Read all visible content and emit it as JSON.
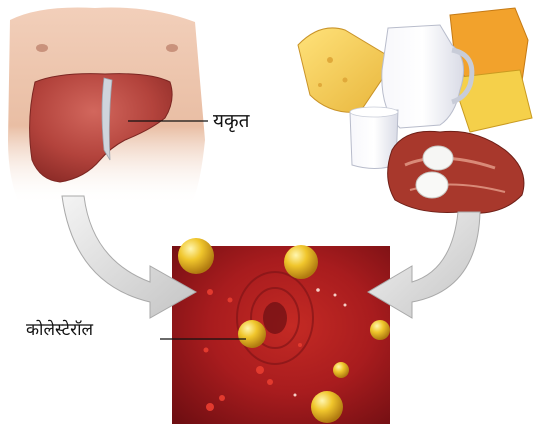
{
  "labels": {
    "liver": "यकृत",
    "cholesterol": "कोलेस्टेरॉल"
  },
  "panels": [
    {
      "name": "liver-torso-illustration",
      "depicts": "human torso with liver"
    },
    {
      "name": "dairy-meat-food-illustration",
      "depicts": "cheese, milk, butter, eggs and meat"
    },
    {
      "name": "blood-vessel-illustration",
      "depicts": "blood vessel interior with yellow cholesterol globules"
    }
  ],
  "arrows": [
    {
      "name": "liver-to-vessel-arrow",
      "from": "liver-torso-illustration",
      "to": "blood-vessel-illustration"
    },
    {
      "name": "food-to-vessel-arrow",
      "from": "dairy-meat-food-illustration",
      "to": "blood-vessel-illustration"
    }
  ],
  "colors": {
    "skin": "#e6b89c",
    "liver": "#b9453f",
    "vessel": "#9c1a1c",
    "globule": "#e8b820",
    "arrow": "#d4d4d4"
  }
}
